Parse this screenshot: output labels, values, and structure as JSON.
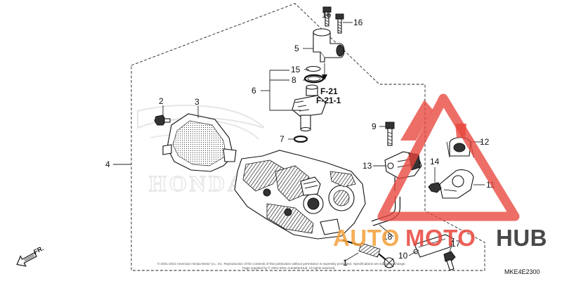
{
  "callouts": {
    "c1": "1",
    "c2": "2",
    "c3": "3",
    "c4": "4",
    "c5": "5",
    "c6": "6",
    "c7": "7",
    "c8": "8",
    "c9": "9",
    "c10": "10",
    "c11": "11",
    "c12": "12",
    "c13": "13",
    "c14": "14",
    "c15": "15",
    "c16a": "16",
    "c16b": "16",
    "c17": "17",
    "c18": "18"
  },
  "references": {
    "r1": "F-21",
    "r2": "F-21-1"
  },
  "direction": "FR.",
  "diagram_code": "MKE4E2300",
  "copyright_line1": "© 2001-2021 American Honda Motor Co., Inc. Reproduction of the contents of this publication without permission is expressly prohibited. Specifications are subject to change.",
  "copyright_line2": "Page supplied by © 2001-2021 AutoMotoHub, All rights reserved.",
  "background_logo": "HONDA",
  "watermark": {
    "part1": "AUTO",
    "part2": "MOTO",
    "part3": "HUB"
  },
  "colors": {
    "watermark_red": "#e8453c",
    "watermark_orange": "#f3a13a",
    "watermark_dark": "#3a3a3a",
    "honda_logo_tint": "#d9d9d9"
  }
}
